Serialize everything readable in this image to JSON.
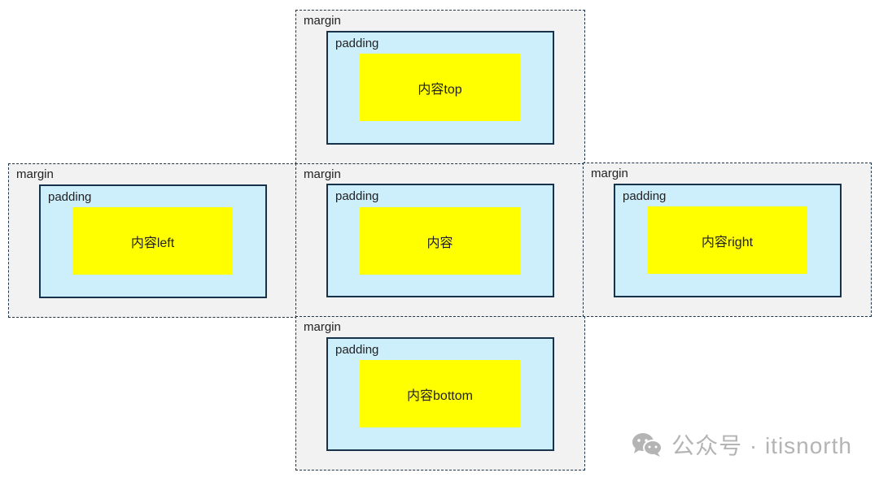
{
  "boxes": {
    "top": {
      "margin_label": "margin",
      "padding_label": "padding",
      "content_label": "内容top"
    },
    "left": {
      "margin_label": "margin",
      "padding_label": "padding",
      "content_label": "内容left"
    },
    "center": {
      "margin_label": "margin",
      "padding_label": "padding",
      "content_label": "内容"
    },
    "right": {
      "margin_label": "margin",
      "padding_label": "padding",
      "content_label": "内容right"
    },
    "bottom": {
      "margin_label": "margin",
      "padding_label": "padding",
      "content_label": "内容bottom"
    }
  },
  "colors": {
    "margin_fill": "#f2f2f2",
    "padding_fill": "#cdeefb",
    "content_fill": "#ffff00",
    "border": "#17324a"
  },
  "watermark": {
    "icon": "wechat-icon",
    "text": "公众号 · itisnorth"
  }
}
